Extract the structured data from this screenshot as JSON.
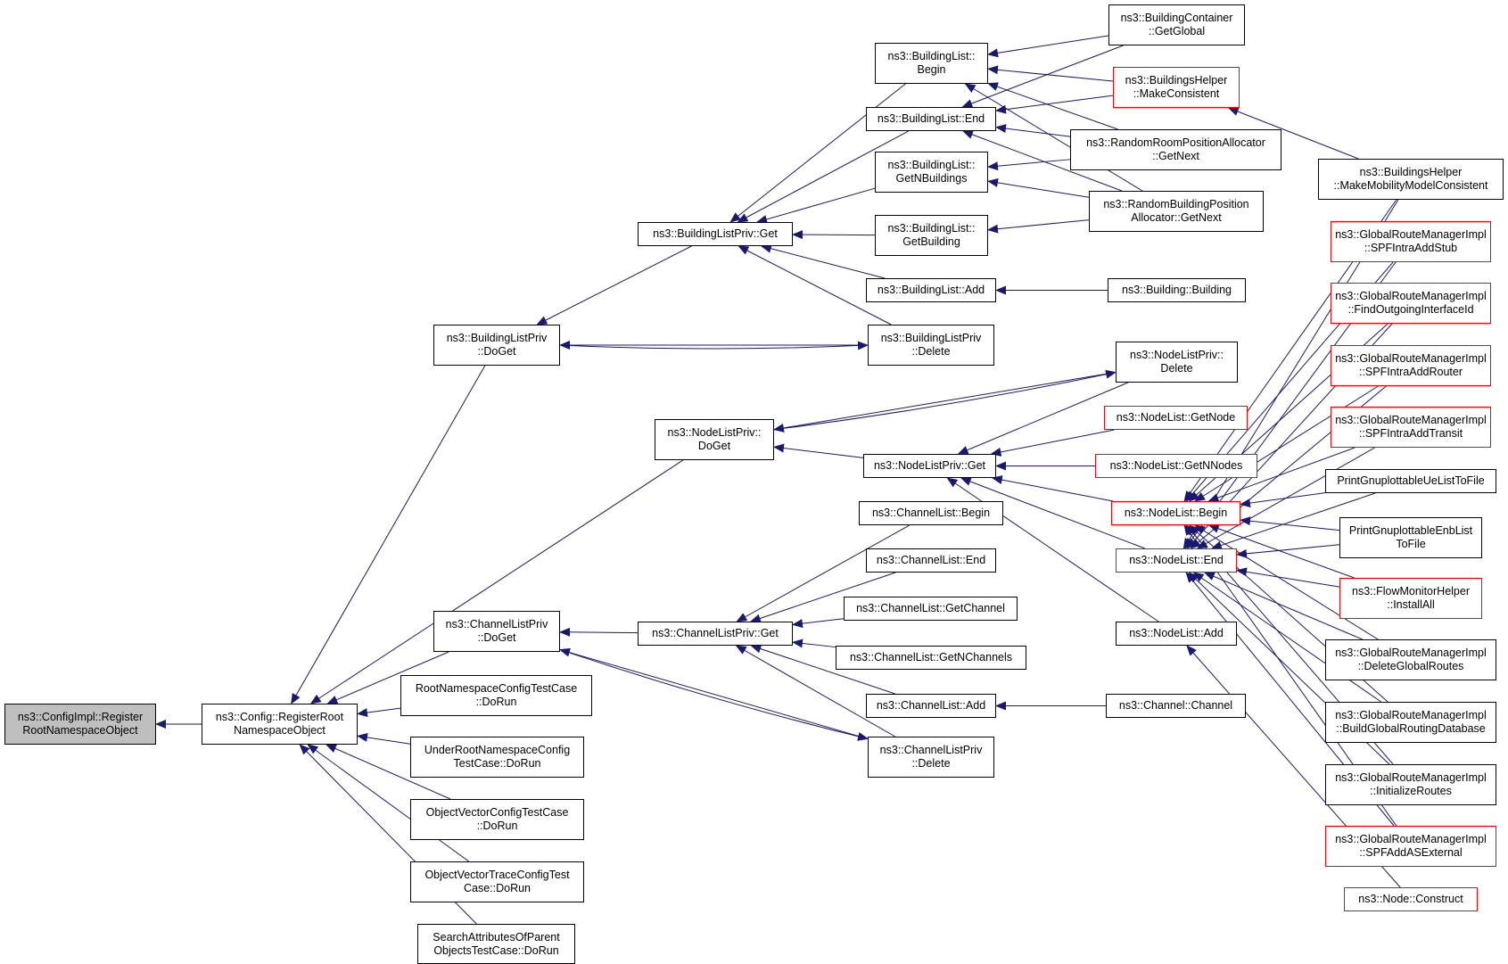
{
  "colors": {
    "edge": "#191970",
    "node_border": "#000000",
    "truncated_border": "#ff0000",
    "current_fill": "#bfbfbf"
  },
  "nodes": [
    {
      "id": "cfgimpl",
      "lines": [
        "ns3::ConfigImpl::Register",
        "RootNamespaceObject"
      ],
      "current": true
    },
    {
      "id": "regroot",
      "lines": [
        "ns3::Config::RegisterRoot",
        "NamespaceObject"
      ]
    },
    {
      "id": "blp_doget",
      "lines": [
        "ns3::BuildingListPriv",
        "::DoGet"
      ]
    },
    {
      "id": "nlp_doget",
      "lines": [
        "ns3::NodeListPriv::",
        "DoGet"
      ]
    },
    {
      "id": "clp_doget",
      "lines": [
        "ns3::ChannelListPriv",
        "::DoGet"
      ]
    },
    {
      "id": "rootns_tc",
      "lines": [
        "RootNamespaceConfigTestCase",
        "::DoRun"
      ]
    },
    {
      "id": "underroot_tc",
      "lines": [
        "UnderRootNamespaceConfig",
        "TestCase::DoRun"
      ]
    },
    {
      "id": "objvec_tc",
      "lines": [
        "ObjectVectorConfigTestCase",
        "::DoRun"
      ]
    },
    {
      "id": "objvectrace_tc",
      "lines": [
        "ObjectVectorTraceConfigTest",
        "Case::DoRun"
      ]
    },
    {
      "id": "searchattr_tc",
      "lines": [
        "SearchAttributesOfParent",
        "ObjectsTestCase::DoRun"
      ]
    },
    {
      "id": "blp_get",
      "lines": [
        "ns3::BuildingListPriv::Get"
      ]
    },
    {
      "id": "blp_delete",
      "lines": [
        "ns3::BuildingListPriv",
        "::Delete"
      ]
    },
    {
      "id": "bl_begin",
      "lines": [
        "ns3::BuildingList::",
        "Begin"
      ]
    },
    {
      "id": "bl_end",
      "lines": [
        "ns3::BuildingList::End"
      ]
    },
    {
      "id": "bl_getn",
      "lines": [
        "ns3::BuildingList::",
        "GetNBuildings"
      ]
    },
    {
      "id": "bl_getb",
      "lines": [
        "ns3::BuildingList::",
        "GetBuilding"
      ]
    },
    {
      "id": "bl_add",
      "lines": [
        "ns3::BuildingList::Add"
      ]
    },
    {
      "id": "bc_getglobal",
      "lines": [
        "ns3::BuildingContainer",
        "::GetGlobal"
      ]
    },
    {
      "id": "bh_makecons",
      "lines": [
        "ns3::BuildingsHelper",
        "::MakeConsistent"
      ],
      "red": true
    },
    {
      "id": "rrpa_getnext",
      "lines": [
        "ns3::RandomRoomPositionAllocator",
        "::GetNext"
      ]
    },
    {
      "id": "rbpa_getnext",
      "lines": [
        "ns3::RandomBuildingPosition",
        "Allocator::GetNext"
      ]
    },
    {
      "id": "building_ctor",
      "lines": [
        "ns3::Building::Building"
      ]
    },
    {
      "id": "nlp_get",
      "lines": [
        "ns3::NodeListPriv::Get"
      ]
    },
    {
      "id": "nlp_delete",
      "lines": [
        "ns3::NodeListPriv::",
        "Delete"
      ]
    },
    {
      "id": "nl_getnode",
      "lines": [
        "ns3::NodeList::GetNode"
      ],
      "red": true
    },
    {
      "id": "nl_getnnodes",
      "lines": [
        "ns3::NodeList::GetNNodes"
      ],
      "red": true
    },
    {
      "id": "nl_begin",
      "lines": [
        "ns3::NodeList::Begin"
      ],
      "red": true
    },
    {
      "id": "nl_end",
      "lines": [
        "ns3::NodeList::End"
      ],
      "red": true
    },
    {
      "id": "nl_add",
      "lines": [
        "ns3::NodeList::Add"
      ]
    },
    {
      "id": "clp_get",
      "lines": [
        "ns3::ChannelListPriv::Get"
      ]
    },
    {
      "id": "clp_delete",
      "lines": [
        "ns3::ChannelListPriv",
        "::Delete"
      ]
    },
    {
      "id": "cl_begin",
      "lines": [
        "ns3::ChannelList::Begin"
      ]
    },
    {
      "id": "cl_end",
      "lines": [
        "ns3::ChannelList::End"
      ]
    },
    {
      "id": "cl_getch",
      "lines": [
        "ns3::ChannelList::GetChannel"
      ]
    },
    {
      "id": "cl_getnch",
      "lines": [
        "ns3::ChannelList::GetNChannels"
      ]
    },
    {
      "id": "cl_add",
      "lines": [
        "ns3::ChannelList::Add"
      ]
    },
    {
      "id": "channel_ctor",
      "lines": [
        "ns3::Channel::Channel"
      ]
    },
    {
      "id": "bh_mmmc",
      "lines": [
        "ns3::BuildingsHelper",
        "::MakeMobilityModelConsistent"
      ]
    },
    {
      "id": "grm_stub",
      "lines": [
        "ns3::GlobalRouteManagerImpl",
        "::SPFIntraAddStub"
      ],
      "red": true
    },
    {
      "id": "grm_foii",
      "lines": [
        "ns3::GlobalRouteManagerImpl",
        "::FindOutgoingInterfaceId"
      ],
      "red": true
    },
    {
      "id": "grm_router",
      "lines": [
        "ns3::GlobalRouteManagerImpl",
        "::SPFIntraAddRouter"
      ],
      "red": true
    },
    {
      "id": "grm_transit",
      "lines": [
        "ns3::GlobalRouteManagerImpl",
        "::SPFIntraAddTransit"
      ],
      "red": true
    },
    {
      "id": "pg_ue",
      "lines": [
        "PrintGnuplottableUeListToFile"
      ]
    },
    {
      "id": "pg_enb",
      "lines": [
        "PrintGnuplottableEnbList",
        "ToFile"
      ]
    },
    {
      "id": "fmh_install",
      "lines": [
        "ns3::FlowMonitorHelper",
        "::InstallAll"
      ],
      "red": true
    },
    {
      "id": "grm_delglobal",
      "lines": [
        "ns3::GlobalRouteManagerImpl",
        "::DeleteGlobalRoutes"
      ]
    },
    {
      "id": "grm_buildgrd",
      "lines": [
        "ns3::GlobalRouteManagerImpl",
        "::BuildGlobalRoutingDatabase"
      ]
    },
    {
      "id": "grm_initroutes",
      "lines": [
        "ns3::GlobalRouteManagerImpl",
        "::InitializeRoutes"
      ]
    },
    {
      "id": "grm_asext",
      "lines": [
        "ns3::GlobalRouteManagerImpl",
        "::SPFAddASExternal"
      ],
      "red": true
    },
    {
      "id": "node_construct",
      "lines": [
        "ns3::Node::Construct"
      ],
      "red": true
    }
  ],
  "edges": [
    [
      "regroot",
      "cfgimpl"
    ],
    [
      "blp_doget",
      "regroot"
    ],
    [
      "nlp_doget",
      "regroot"
    ],
    [
      "clp_doget",
      "regroot"
    ],
    [
      "rootns_tc",
      "regroot"
    ],
    [
      "underroot_tc",
      "regroot"
    ],
    [
      "objvec_tc",
      "regroot"
    ],
    [
      "objvectrace_tc",
      "regroot"
    ],
    [
      "searchattr_tc",
      "regroot"
    ],
    [
      "blp_get",
      "blp_doget"
    ],
    [
      "blp_delete",
      "blp_doget"
    ],
    [
      "blp_doget",
      "blp_delete"
    ],
    [
      "bl_begin",
      "blp_get"
    ],
    [
      "bl_end",
      "blp_get"
    ],
    [
      "bl_getn",
      "blp_get"
    ],
    [
      "bl_getb",
      "blp_get"
    ],
    [
      "bl_add",
      "blp_get"
    ],
    [
      "blp_delete",
      "blp_get"
    ],
    [
      "bc_getglobal",
      "bl_begin"
    ],
    [
      "bh_makecons",
      "bl_begin"
    ],
    [
      "rrpa_getnext",
      "bl_begin"
    ],
    [
      "rbpa_getnext",
      "bl_begin"
    ],
    [
      "bc_getglobal",
      "bl_end"
    ],
    [
      "bh_makecons",
      "bl_end"
    ],
    [
      "rrpa_getnext",
      "bl_end"
    ],
    [
      "rbpa_getnext",
      "bl_end"
    ],
    [
      "rrpa_getnext",
      "bl_getn"
    ],
    [
      "rbpa_getnext",
      "bl_getn"
    ],
    [
      "rbpa_getnext",
      "bl_getb"
    ],
    [
      "building_ctor",
      "bl_add"
    ],
    [
      "bh_mmmc",
      "bh_makecons"
    ],
    [
      "nlp_get",
      "nlp_doget"
    ],
    [
      "nlp_delete",
      "nlp_doget"
    ],
    [
      "nlp_doget",
      "nlp_delete"
    ],
    [
      "nlp_delete",
      "nlp_get"
    ],
    [
      "nl_getnode",
      "nlp_get"
    ],
    [
      "nl_getnnodes",
      "nlp_get"
    ],
    [
      "nl_begin",
      "nlp_get"
    ],
    [
      "nl_end",
      "nlp_get"
    ],
    [
      "nl_add",
      "nlp_get"
    ],
    [
      "bh_mmmc",
      "nl_begin"
    ],
    [
      "grm_stub",
      "nl_begin"
    ],
    [
      "grm_foii",
      "nl_begin"
    ],
    [
      "grm_router",
      "nl_begin"
    ],
    [
      "grm_transit",
      "nl_begin"
    ],
    [
      "pg_ue",
      "nl_begin"
    ],
    [
      "pg_enb",
      "nl_begin"
    ],
    [
      "fmh_install",
      "nl_begin"
    ],
    [
      "grm_delglobal",
      "nl_begin"
    ],
    [
      "grm_buildgrd",
      "nl_begin"
    ],
    [
      "grm_initroutes",
      "nl_begin"
    ],
    [
      "grm_asext",
      "nl_begin"
    ],
    [
      "bh_mmmc",
      "nl_end"
    ],
    [
      "grm_stub",
      "nl_end"
    ],
    [
      "grm_foii",
      "nl_end"
    ],
    [
      "grm_router",
      "nl_end"
    ],
    [
      "grm_transit",
      "nl_end"
    ],
    [
      "pg_ue",
      "nl_end"
    ],
    [
      "pg_enb",
      "nl_end"
    ],
    [
      "fmh_install",
      "nl_end"
    ],
    [
      "grm_delglobal",
      "nl_end"
    ],
    [
      "grm_buildgrd",
      "nl_end"
    ],
    [
      "grm_initroutes",
      "nl_end"
    ],
    [
      "grm_asext",
      "nl_end"
    ],
    [
      "node_construct",
      "nl_add"
    ],
    [
      "clp_get",
      "clp_doget"
    ],
    [
      "clp_delete",
      "clp_doget"
    ],
    [
      "clp_doget",
      "clp_delete"
    ],
    [
      "cl_begin",
      "clp_get"
    ],
    [
      "cl_end",
      "clp_get"
    ],
    [
      "cl_getch",
      "clp_get"
    ],
    [
      "cl_getnch",
      "clp_get"
    ],
    [
      "cl_add",
      "clp_get"
    ],
    [
      "clp_delete",
      "clp_get"
    ],
    [
      "channel_ctor",
      "cl_add"
    ]
  ]
}
